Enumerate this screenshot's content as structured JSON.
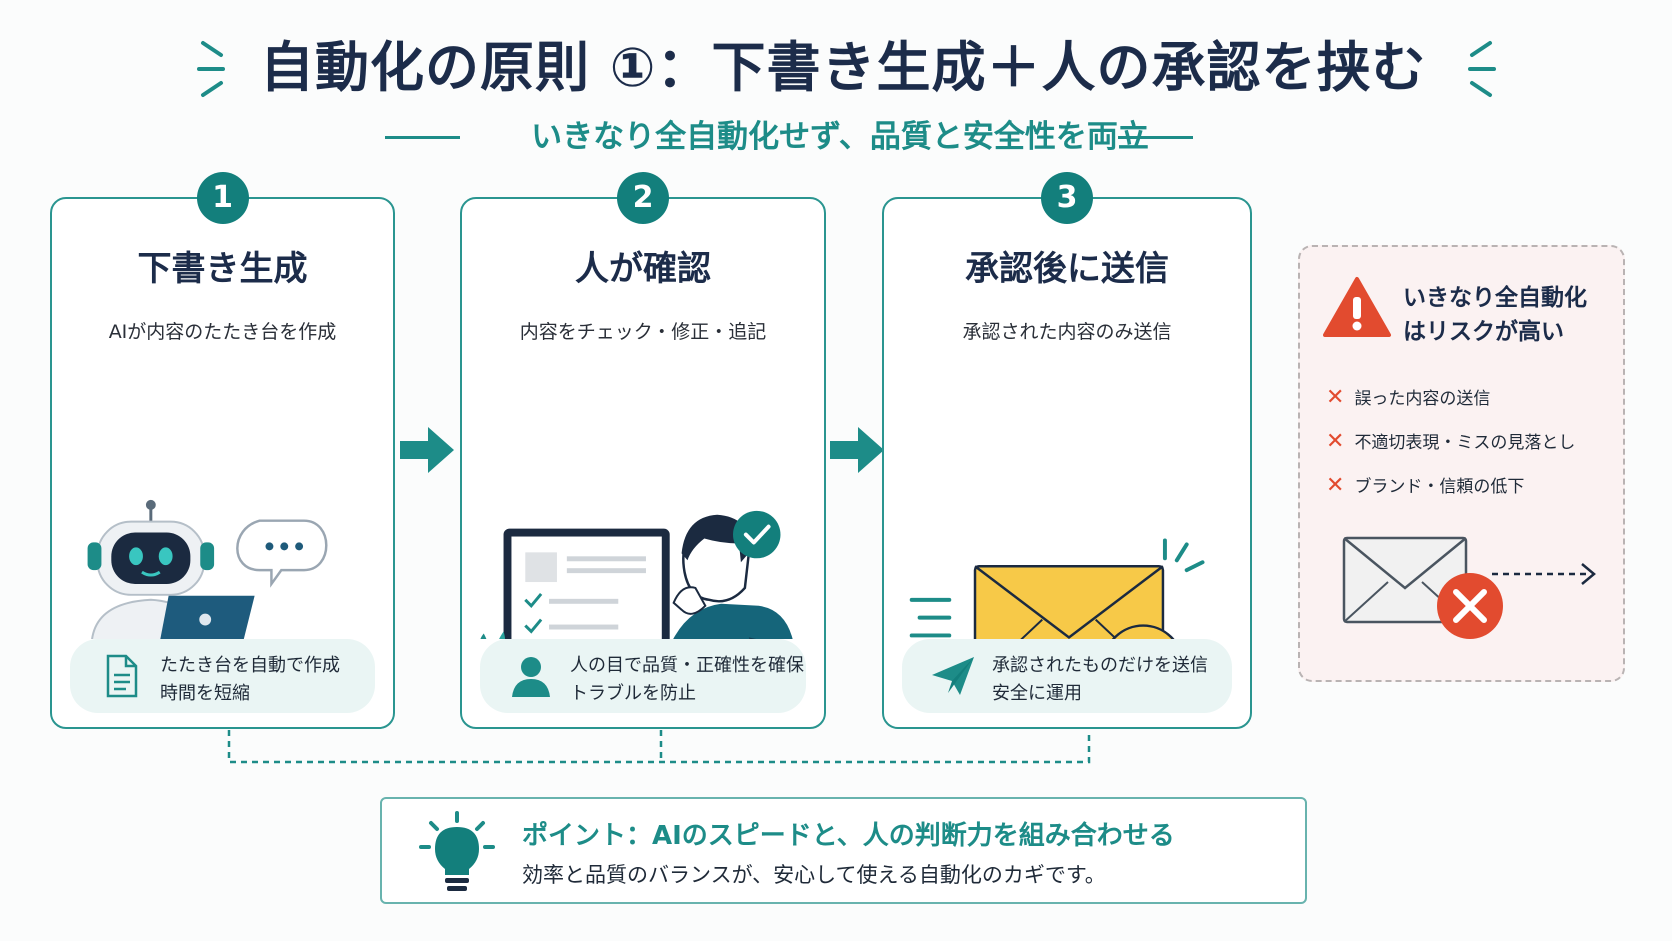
{
  "title": "自動化の原則 ①：下書き生成＋人の承認を挟む",
  "subtitle": "いきなり全自動化せず、品質と安全性を両立",
  "steps": [
    {
      "num": "1",
      "title": "下書き生成",
      "desc": "AIが内容のたたき台を作成",
      "foot_line1": "たたき台を自動で作成",
      "foot_line2": "時間を短縮",
      "foot_icon": "document-icon"
    },
    {
      "num": "2",
      "title": "人が確認",
      "desc": "内容をチェック・修正・追記",
      "foot_line1": "人の目で品質・正確性を確保",
      "foot_line2": "トラブルを防止",
      "foot_icon": "person-icon"
    },
    {
      "num": "3",
      "title": "承認後に送信",
      "desc": "承認された内容のみ送信",
      "foot_line1": "承認されたものだけを送信",
      "foot_line2": "安全に運用",
      "foot_icon": "paper-plane-icon"
    }
  ],
  "risk": {
    "title_line1": "いきなり全自動化",
    "title_line2": "はリスクが高い",
    "items": [
      "誤った内容の送信",
      "不適切表現・ミスの見落とし",
      "ブランド・信頼の低下"
    ]
  },
  "point": {
    "title": "ポイント：AIのスピードと、人の判断力を組み合わせる",
    "text": "効率と品質のバランスが、安心して使える自動化のカギです。"
  },
  "colors": {
    "teal": "#137f7c",
    "navy": "#1c2c4a",
    "warning": "#e24b2f",
    "envelope": "#f7c948"
  }
}
